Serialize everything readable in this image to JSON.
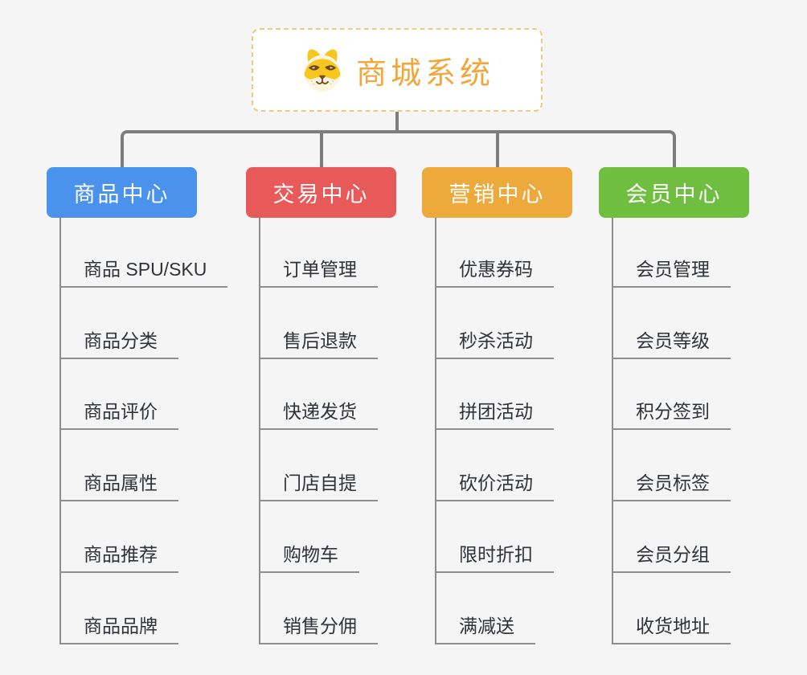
{
  "root": {
    "title": "商城系统",
    "icon": "dog-face-icon"
  },
  "colors": {
    "background": "#f5f5f5",
    "root_border": "#f3c87e",
    "root_text": "#f1a73c",
    "connector": "#7d7d7d",
    "leaf_line": "#8e8e8e",
    "leaf_text": "#2f3237"
  },
  "branches": [
    {
      "label": "商品中心",
      "slug": "product-center",
      "color": "#4a92ec",
      "children": [
        {
          "label": "商品 SPU/SKU",
          "slug": "product-spu-sku"
        },
        {
          "label": "商品分类",
          "slug": "product-category"
        },
        {
          "label": "商品评价",
          "slug": "product-review"
        },
        {
          "label": "商品属性",
          "slug": "product-attribute"
        },
        {
          "label": "商品推荐",
          "slug": "product-recommend"
        },
        {
          "label": "商品品牌",
          "slug": "product-brand"
        }
      ]
    },
    {
      "label": "交易中心",
      "slug": "trade-center",
      "color": "#e85a5a",
      "children": [
        {
          "label": "订单管理",
          "slug": "order-management"
        },
        {
          "label": "售后退款",
          "slug": "after-sales-refund"
        },
        {
          "label": "快递发货",
          "slug": "express-delivery"
        },
        {
          "label": "门店自提",
          "slug": "store-pickup"
        },
        {
          "label": "购物车",
          "slug": "shopping-cart"
        },
        {
          "label": "销售分佣",
          "slug": "sales-commission"
        }
      ]
    },
    {
      "label": "营销中心",
      "slug": "marketing-center",
      "color": "#eda93b",
      "children": [
        {
          "label": "优惠券码",
          "slug": "coupon-code"
        },
        {
          "label": "秒杀活动",
          "slug": "flash-sale"
        },
        {
          "label": "拼团活动",
          "slug": "group-buy"
        },
        {
          "label": "砍价活动",
          "slug": "bargain-activity"
        },
        {
          "label": "限时折扣",
          "slug": "limited-time-discount"
        },
        {
          "label": "满减送",
          "slug": "full-reduction-gift"
        }
      ]
    },
    {
      "label": "会员中心",
      "slug": "member-center",
      "color": "#70be3f",
      "children": [
        {
          "label": "会员管理",
          "slug": "member-management"
        },
        {
          "label": "会员等级",
          "slug": "member-level"
        },
        {
          "label": "积分签到",
          "slug": "points-checkin"
        },
        {
          "label": "会员标签",
          "slug": "member-tag"
        },
        {
          "label": "会员分组",
          "slug": "member-group"
        },
        {
          "label": "收货地址",
          "slug": "shipping-address"
        }
      ]
    }
  ]
}
